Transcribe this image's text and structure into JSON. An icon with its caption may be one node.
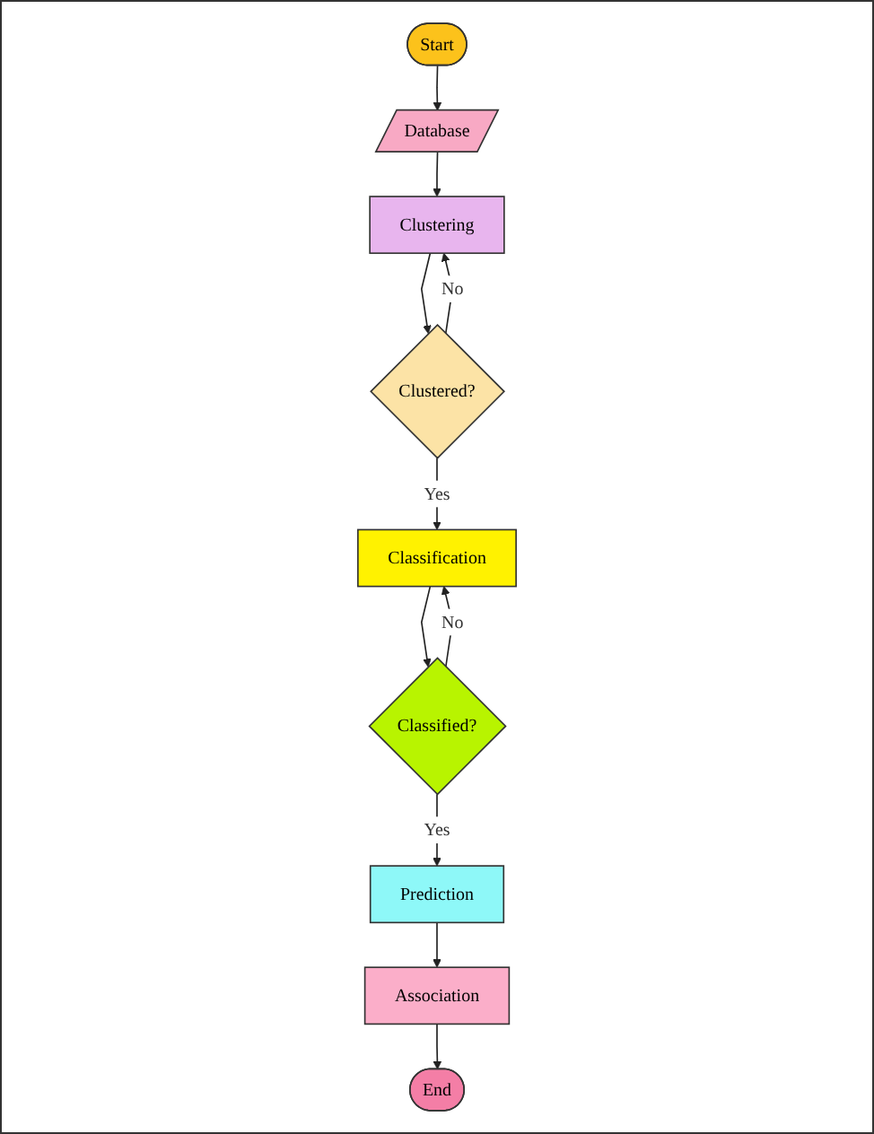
{
  "diagram": {
    "nodes": [
      {
        "text": [
          "Start"
        ]
      },
      {
        "text": [
          "Database"
        ]
      },
      {
        "text": [
          "Clustering"
        ]
      },
      {
        "text": [
          "Clustered?"
        ]
      },
      {
        "text": [
          "Classification"
        ]
      },
      {
        "text": [
          "Classified?"
        ]
      },
      {
        "text": [
          "Prediction"
        ]
      },
      {
        "text": [
          "Association"
        ]
      },
      {
        "text": [
          "End"
        ]
      }
    ],
    "edges": [
      {
        "from": 0,
        "to": 1,
        "arrow": "to"
      },
      {
        "from": 1,
        "to": 2,
        "arrow": "to"
      },
      {
        "from": 2,
        "to": 3,
        "arrow": "to"
      },
      {
        "from": 3,
        "to": 2,
        "arrow": "to",
        "label": "No"
      },
      {
        "from": 3,
        "to": 4,
        "arrow": "to",
        "label": "Yes"
      },
      {
        "from": 4,
        "to": 5,
        "arrow": "to"
      },
      {
        "from": 5,
        "to": 4,
        "arrow": "to",
        "label": "No"
      },
      {
        "from": 5,
        "to": 6,
        "arrow": "to",
        "label": "Yes"
      },
      {
        "from": 6,
        "to": 7,
        "arrow": "to"
      },
      {
        "from": 7,
        "to": 8,
        "arrow": "to"
      }
    ]
  }
}
